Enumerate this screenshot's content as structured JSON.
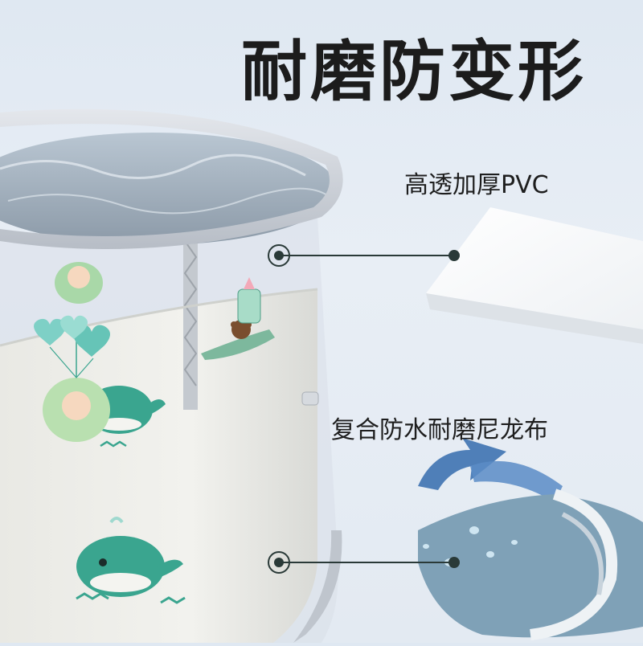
{
  "headline": "耐磨防变形",
  "features": [
    {
      "label": "高透加厚PVC",
      "material": "transparent-pvc-sheet"
    },
    {
      "label": "复合防水耐磨尼龙布",
      "material": "waterproof-nylon-fabric"
    }
  ],
  "colors": {
    "background": "#e3eaf2",
    "pool_rim": "#c9ced6",
    "pool_liner": "#efefeb",
    "whale": "#3aa58f",
    "arrow": "#4f7fb8",
    "fabric": "#7fa1b7",
    "pointer": "#2a3a38"
  },
  "icons": [
    "whale-icon",
    "baby-balloon-icon",
    "bear-plane-icon",
    "heart-balloon-icon",
    "baby-bottle-icon",
    "curved-arrow-icon",
    "water-drop-icon"
  ]
}
